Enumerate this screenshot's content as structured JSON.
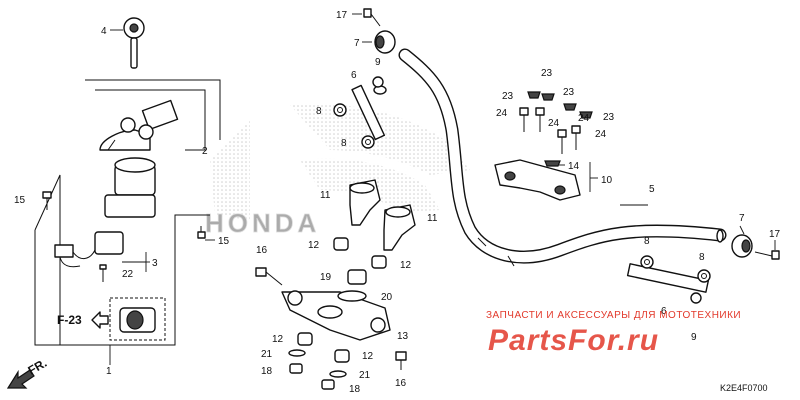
{
  "diagram": {
    "part_numbers": [
      "1",
      "2",
      "3",
      "4",
      "5",
      "6",
      "7",
      "8",
      "9",
      "10",
      "11",
      "12",
      "13",
      "14",
      "15",
      "16",
      "17",
      "18",
      "19",
      "20",
      "21",
      "22",
      "23",
      "24"
    ],
    "reference_code": "F-23",
    "front_label": "FR.",
    "diagram_code": "K2E4F0700",
    "brand_watermark": "HONDA"
  },
  "watermark": {
    "caption": "ЗАПЧАСТИ И АКСЕССУАРЫ ДЛЯ МОТОТЕХНИКИ",
    "logo": "PartsFor.ru",
    "color": "#e2392b"
  },
  "colors": {
    "line": "#111111",
    "background": "#ffffff"
  }
}
